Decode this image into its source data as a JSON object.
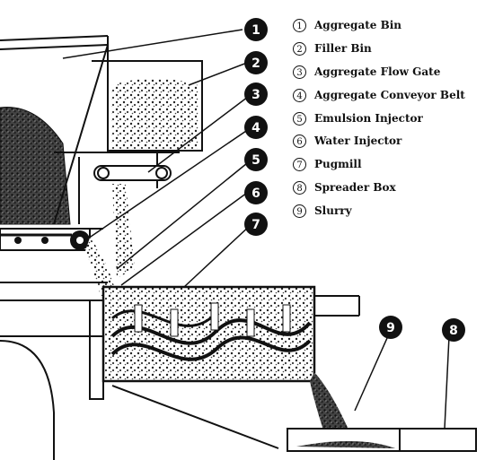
{
  "legend": [
    {
      "num": "1",
      "label": "Aggregate Bin"
    },
    {
      "num": "2",
      "label": "Filler Bin"
    },
    {
      "num": "3",
      "label": "Aggregate Flow Gate"
    },
    {
      "num": "4",
      "label": "Aggregate Conveyor Belt"
    },
    {
      "num": "5",
      "label": "Emulsion Injector"
    },
    {
      "num": "6",
      "label": "Water Injector"
    },
    {
      "num": "7",
      "label": "Pugmill"
    },
    {
      "num": "8",
      "label": "Spreader Box"
    },
    {
      "num": "9",
      "label": "Slurry"
    }
  ],
  "callouts": [
    "1",
    "2",
    "3",
    "4",
    "5",
    "6",
    "7",
    "8",
    "9"
  ]
}
